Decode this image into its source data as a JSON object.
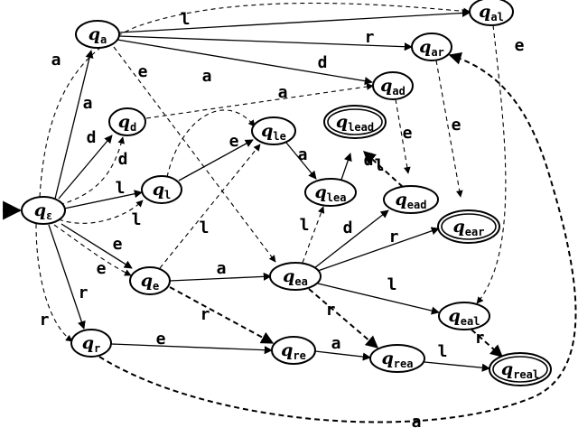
{
  "diagram": {
    "states": [
      {
        "id": "eps",
        "name": "ε",
        "accepting": false,
        "initial": true
      },
      {
        "id": "a",
        "name": "a",
        "accepting": false
      },
      {
        "id": "d",
        "name": "d",
        "accepting": false
      },
      {
        "id": "l",
        "name": "l",
        "accepting": false
      },
      {
        "id": "e",
        "name": "e",
        "accepting": false
      },
      {
        "id": "r",
        "name": "r",
        "accepting": false
      },
      {
        "id": "le",
        "name": "le",
        "accepting": false
      },
      {
        "id": "lea",
        "name": "lea",
        "accepting": false
      },
      {
        "id": "lead",
        "name": "lead",
        "accepting": true
      },
      {
        "id": "ead",
        "name": "ead",
        "accepting": false
      },
      {
        "id": "ea",
        "name": "ea",
        "accepting": false
      },
      {
        "id": "ear",
        "name": "ear",
        "accepting": true
      },
      {
        "id": "eal",
        "name": "eal",
        "accepting": false
      },
      {
        "id": "ad",
        "name": "ad",
        "accepting": false
      },
      {
        "id": "ar",
        "name": "ar",
        "accepting": false
      },
      {
        "id": "al",
        "name": "al",
        "accepting": false
      },
      {
        "id": "re",
        "name": "re",
        "accepting": false
      },
      {
        "id": "rea",
        "name": "rea",
        "accepting": false
      },
      {
        "id": "real",
        "name": "real",
        "accepting": true
      }
    ],
    "transitions": [
      {
        "from": "eps",
        "to": "a",
        "label": "a",
        "style": "solid"
      },
      {
        "from": "eps",
        "to": "d",
        "label": "d",
        "style": "solid"
      },
      {
        "from": "eps",
        "to": "l",
        "label": "l",
        "style": "solid"
      },
      {
        "from": "eps",
        "to": "e",
        "label": "e",
        "style": "solid"
      },
      {
        "from": "eps",
        "to": "r",
        "label": "r",
        "style": "solid"
      },
      {
        "from": "eps",
        "to": "al",
        "label": "a",
        "style": "dashed"
      },
      {
        "from": "eps",
        "to": "d",
        "label": "d",
        "style": "dashed"
      },
      {
        "from": "eps",
        "to": "l",
        "label": "l",
        "style": "dashed"
      },
      {
        "from": "eps",
        "to": "e",
        "label": "e",
        "style": "dashed"
      },
      {
        "from": "eps",
        "to": "r",
        "label": "r",
        "style": "dashed"
      },
      {
        "from": "a",
        "to": "al",
        "label": "l",
        "style": "solid"
      },
      {
        "from": "a",
        "to": "ar",
        "label": "r",
        "style": "solid"
      },
      {
        "from": "a",
        "to": "ad",
        "label": "d",
        "style": "solid"
      },
      {
        "from": "a",
        "to": "ea",
        "label": "e",
        "style": "dashed"
      },
      {
        "from": "d",
        "to": "ad",
        "label": "a",
        "style": "dashed"
      },
      {
        "from": "l",
        "to": "le",
        "label": "e",
        "style": "solid"
      },
      {
        "from": "l",
        "to": "le",
        "label": "a",
        "style": "dashed"
      },
      {
        "from": "e",
        "to": "ea",
        "label": "a",
        "style": "solid"
      },
      {
        "from": "e",
        "to": "le",
        "label": "l",
        "style": "dashed"
      },
      {
        "from": "e",
        "to": "re",
        "label": "r",
        "style": "bold-dashed"
      },
      {
        "from": "le",
        "to": "lea",
        "label": "a",
        "style": "solid"
      },
      {
        "from": "lea",
        "to": "lead",
        "label": "d",
        "style": "solid"
      },
      {
        "from": "ea",
        "to": "lea",
        "label": "l",
        "style": "dashed"
      },
      {
        "from": "ea",
        "to": "ead",
        "label": "d",
        "style": "solid"
      },
      {
        "from": "ea",
        "to": "ear",
        "label": "r",
        "style": "solid"
      },
      {
        "from": "ea",
        "to": "eal",
        "label": "l",
        "style": "solid"
      },
      {
        "from": "ea",
        "to": "rea",
        "label": "r",
        "style": "bold-dashed"
      },
      {
        "from": "ead",
        "to": "lead",
        "label": "l",
        "style": "bold-dashed"
      },
      {
        "from": "ad",
        "to": "ead",
        "label": "e",
        "style": "dashed"
      },
      {
        "from": "ar",
        "to": "ear",
        "label": "e",
        "style": "dashed"
      },
      {
        "from": "al",
        "to": "eal",
        "label": "e",
        "style": "dashed"
      },
      {
        "from": "eal",
        "to": "real",
        "label": "r",
        "style": "bold-dashed"
      },
      {
        "from": "r",
        "to": "re",
        "label": "e",
        "style": "solid"
      },
      {
        "from": "re",
        "to": "rea",
        "label": "a",
        "style": "solid"
      },
      {
        "from": "rea",
        "to": "real",
        "label": "l",
        "style": "solid"
      },
      {
        "from": "r",
        "to": "ar",
        "label": "a",
        "style": "bold-dashed"
      }
    ]
  }
}
